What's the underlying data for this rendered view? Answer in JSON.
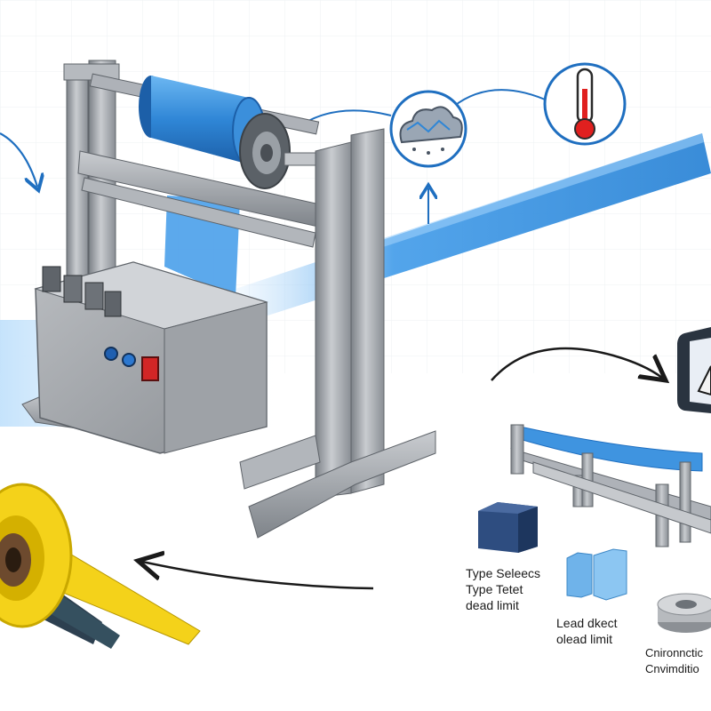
{
  "labels": {
    "group1": [
      "Type Seleecs",
      "Type Tetet",
      "dead limit"
    ],
    "group2": [
      "Lead dkect",
      "olead limit"
    ],
    "group3": [
      "Cnironnctic",
      "Cnvimditio"
    ]
  },
  "colors": {
    "accent_blue": "#3c8fdf",
    "metal": "#9ea3aa",
    "metal_dark": "#6d7278",
    "tape_yellow": "#f4d21a",
    "thermo_red": "#e0201f",
    "navy_block": "#2e4d80",
    "light_block": "#6fb3ea"
  },
  "icons": [
    "weather-cloud-icon",
    "thermometer-icon",
    "warning-tablet-icon"
  ]
}
